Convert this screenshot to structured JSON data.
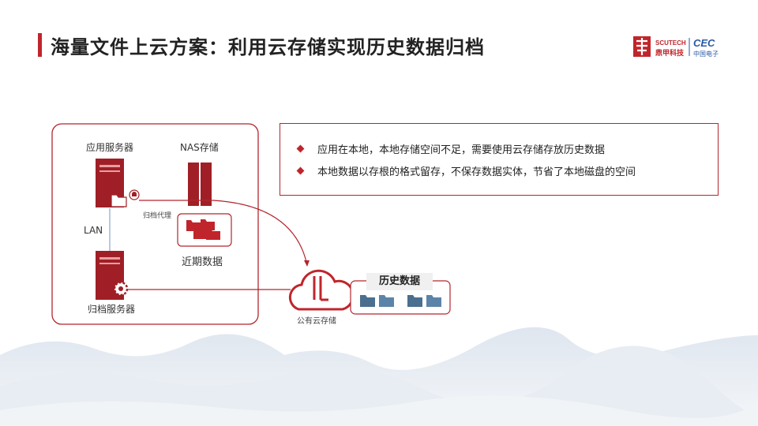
{
  "title": "海量文件上云方案：利用云存储实现历史数据归档",
  "logo": {
    "brand_en": "SCUTECH",
    "brand_cn": "鼎甲科技",
    "partner_en": "CEC",
    "partner_cn": "中国电子"
  },
  "diagram": {
    "app_server": "应用服务器",
    "nas": "NAS存储",
    "archive_agent": "归档代理",
    "lan": "LAN",
    "recent_data": "近期数据",
    "archive_server": "归档服务器",
    "public_cloud": "公有云存储",
    "history_data": "历史数据"
  },
  "bullets": [
    "应用在本地，本地存储空间不足，需要使用云存储存放历史数据",
    "本地数据以存根的格式留存，不保存数据实体，节省了本地磁盘的空间"
  ],
  "colors": {
    "accent": "#c0252c",
    "folder_blue": "#4a6f8f"
  }
}
